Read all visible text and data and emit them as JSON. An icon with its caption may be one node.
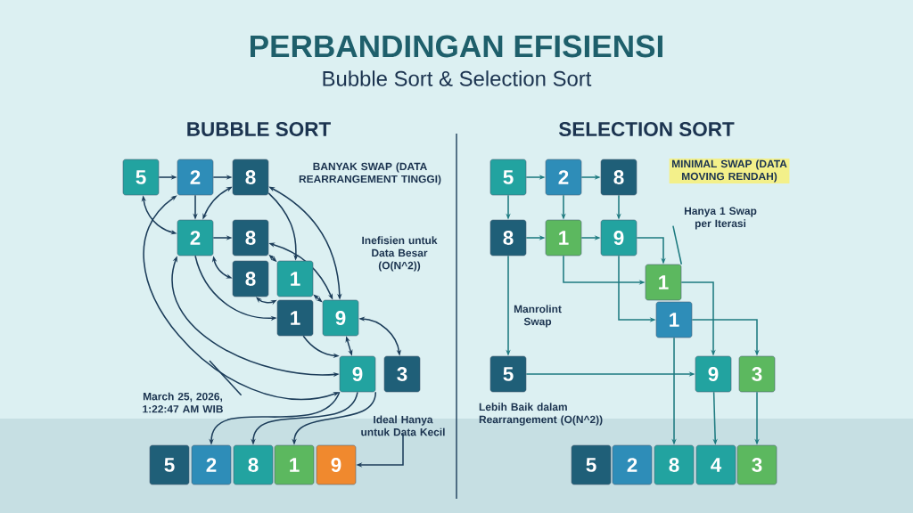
{
  "diagram": {
    "title": "PERBANDINGAN EFISIENSI",
    "nodes": [
      {
        "text": [
          "5"
        ]
      },
      {
        "text": [
          "2"
        ]
      },
      {
        "text": [
          "8"
        ]
      },
      {
        "text": [
          "2"
        ]
      },
      {
        "text": [
          "8"
        ]
      },
      {
        "text": [
          "8"
        ]
      },
      {
        "text": [
          "1"
        ]
      },
      {
        "text": [
          "1"
        ]
      },
      {
        "text": [
          "9"
        ]
      },
      {
        "text": [
          "9"
        ]
      },
      {
        "text": [
          "3"
        ]
      },
      {
        "text": [
          "5"
        ]
      },
      {
        "text": [
          "2"
        ]
      },
      {
        "text": [
          "8"
        ]
      },
      {
        "text": [
          "1"
        ]
      },
      {
        "text": [
          "9"
        ]
      },
      {
        "text": [
          "5"
        ]
      },
      {
        "text": [
          "2"
        ]
      },
      {
        "text": [
          "8"
        ]
      },
      {
        "text": [
          "8"
        ]
      },
      {
        "text": [
          "1"
        ]
      },
      {
        "text": [
          "9"
        ]
      },
      {
        "text": [
          "1"
        ]
      },
      {
        "text": [
          "1"
        ]
      },
      {
        "text": [
          "5"
        ]
      },
      {
        "text": [
          "9"
        ]
      },
      {
        "text": [
          "3"
        ]
      },
      {
        "text": [
          "5"
        ]
      },
      {
        "text": [
          "2"
        ]
      },
      {
        "text": [
          "8"
        ]
      },
      {
        "text": [
          "4"
        ]
      },
      {
        "text": [
          "3"
        ]
      },
      {
        "text": [
          "Hanya 1 Swap per Iterasi"
        ]
      },
      {
        "text": [
          "Ideal Hanya untuk Data Kecil"
        ]
      },
      {
        "text": [
          "March 25, 2026, 1:22:47 AM WIB"
        ]
      }
    ],
    "edges": [
      {
        "from": 0,
        "to": 1,
        "arrow": "to"
      },
      {
        "from": 1,
        "to": 2,
        "arrow": "to"
      },
      {
        "from": 1,
        "to": 3,
        "arrow": "to"
      },
      {
        "from": 3,
        "to": 4,
        "arrow": "to"
      },
      {
        "from": 0,
        "to": 3,
        "arrow": "both"
      },
      {
        "from": 2,
        "to": 3,
        "arrow": "both"
      },
      {
        "from": 2,
        "to": 6,
        "arrow": "to"
      },
      {
        "from": 2,
        "to": 8,
        "arrow": "both"
      },
      {
        "from": 4,
        "to": 6,
        "arrow": "both"
      },
      {
        "from": 4,
        "to": 8,
        "arrow": "both"
      },
      {
        "from": 3,
        "to": 5,
        "arrow": "both"
      },
      {
        "from": 5,
        "to": 7,
        "arrow": "both"
      },
      {
        "from": 6,
        "to": 8,
        "arrow": "both"
      },
      {
        "from": 7,
        "to": 9,
        "arrow": "to"
      },
      {
        "from": 8,
        "to": 10,
        "arrow": "both"
      },
      {
        "from": 8,
        "to": 9,
        "arrow": "both"
      },
      {
        "from": 1,
        "to": 9,
        "arrow": "both"
      },
      {
        "from": 3,
        "to": 9,
        "arrow": "both"
      },
      {
        "from": 3,
        "to": 7,
        "arrow": "to"
      },
      {
        "from": 9,
        "to": 12,
        "arrow": "to"
      },
      {
        "from": 9,
        "to": 13,
        "arrow": "to"
      },
      {
        "from": 9,
        "to": 14,
        "arrow": "to"
      },
      {
        "from": 33,
        "to": 15,
        "arrow": "to"
      },
      {
        "from": 34,
        "to": null,
        "arrow": "none"
      },
      {
        "from": 16,
        "to": 17,
        "arrow": "to",
        "color": "#1d7a80"
      },
      {
        "from": 17,
        "to": 18,
        "arrow": "to",
        "color": "#1d7a80"
      },
      {
        "from": 16,
        "to": 19,
        "arrow": "to",
        "color": "#1d7a80"
      },
      {
        "from": 17,
        "to": 20,
        "arrow": "to",
        "color": "#1d7a80"
      },
      {
        "from": 18,
        "to": 21,
        "arrow": "to",
        "color": "#1d7a80"
      },
      {
        "from": 19,
        "to": 20,
        "arrow": "to",
        "color": "#1d7a80"
      },
      {
        "from": 20,
        "to": 21,
        "arrow": "to",
        "color": "#1d7a80"
      },
      {
        "from": 21,
        "to": 22,
        "arrow": "to",
        "color": "#1d7a80"
      },
      {
        "from": 20,
        "to": 22,
        "arrow": "to",
        "color": "#1d7a80"
      },
      {
        "from": 21,
        "to": 23,
        "arrow": "to",
        "color": "#1d7a80"
      },
      {
        "from": 19,
        "to": 24,
        "arrow": "to",
        "color": "#1d7a80"
      },
      {
        "from": 24,
        "to": 25,
        "arrow": "to",
        "color": "#1d7a80"
      },
      {
        "from": 22,
        "to": 25,
        "arrow": "to",
        "color": "#1d7a80"
      },
      {
        "from": 23,
        "to": 26,
        "arrow": "to",
        "color": "#1d7a80"
      },
      {
        "from": 23,
        "to": 29,
        "arrow": "to",
        "color": "#1d7a80"
      },
      {
        "from": 25,
        "to": 30,
        "arrow": "to",
        "color": "#1d7a80"
      },
      {
        "from": 26,
        "to": 31,
        "arrow": "to",
        "color": "#1d7a80"
      },
      {
        "from": 32,
        "to": 22,
        "arrow": "none",
        "color": "#1d7a80"
      }
    ],
    "labels": [
      "Bubble Sort & Selection Sort",
      "BUBBLE SORT",
      "SELECTION SORT",
      "BANYAK SWAP (DATA REARRANGEMENT TINGGI)",
      "Inefisien untuk Data Besar (O(N^2))",
      "MINIMAL SWAP (DATA MOVING RENDAH)",
      "Manrolint Swap",
      "Lebih Baik dalam Rearrangement (O(N^2))"
    ]
  }
}
